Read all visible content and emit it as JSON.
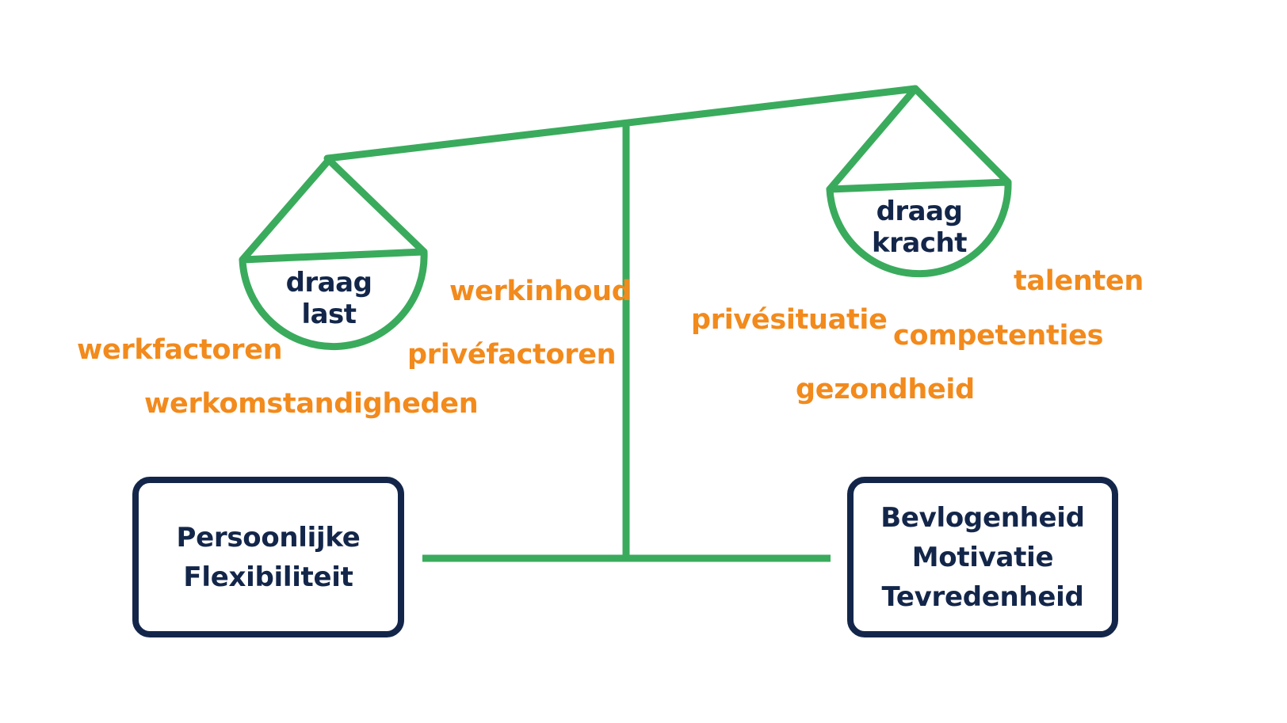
{
  "colors": {
    "scale_green": "#3aab5c",
    "factor_orange": "#f28a1c",
    "navy": "#13264a"
  },
  "left_pan": {
    "label_line1": "draag",
    "label_line2": "last"
  },
  "right_pan": {
    "label_line1": "draag",
    "label_line2": "kracht"
  },
  "left_factors": {
    "werkinhoud": "werkinhoud",
    "werkfactoren": "werkfactoren",
    "privefactoren": "privéfactoren",
    "werkomstandigheden": "werkomstandigheden"
  },
  "right_factors": {
    "talenten": "talenten",
    "privesituatie": "privésituatie",
    "competenties": "competenties",
    "gezondheid": "gezondheid"
  },
  "left_box": {
    "line1": "Persoonlijke",
    "line2": "Flexibiliteit"
  },
  "right_box": {
    "line1": "Bevlogenheid",
    "line2": "Motivatie",
    "line3": "Tevredenheid"
  }
}
